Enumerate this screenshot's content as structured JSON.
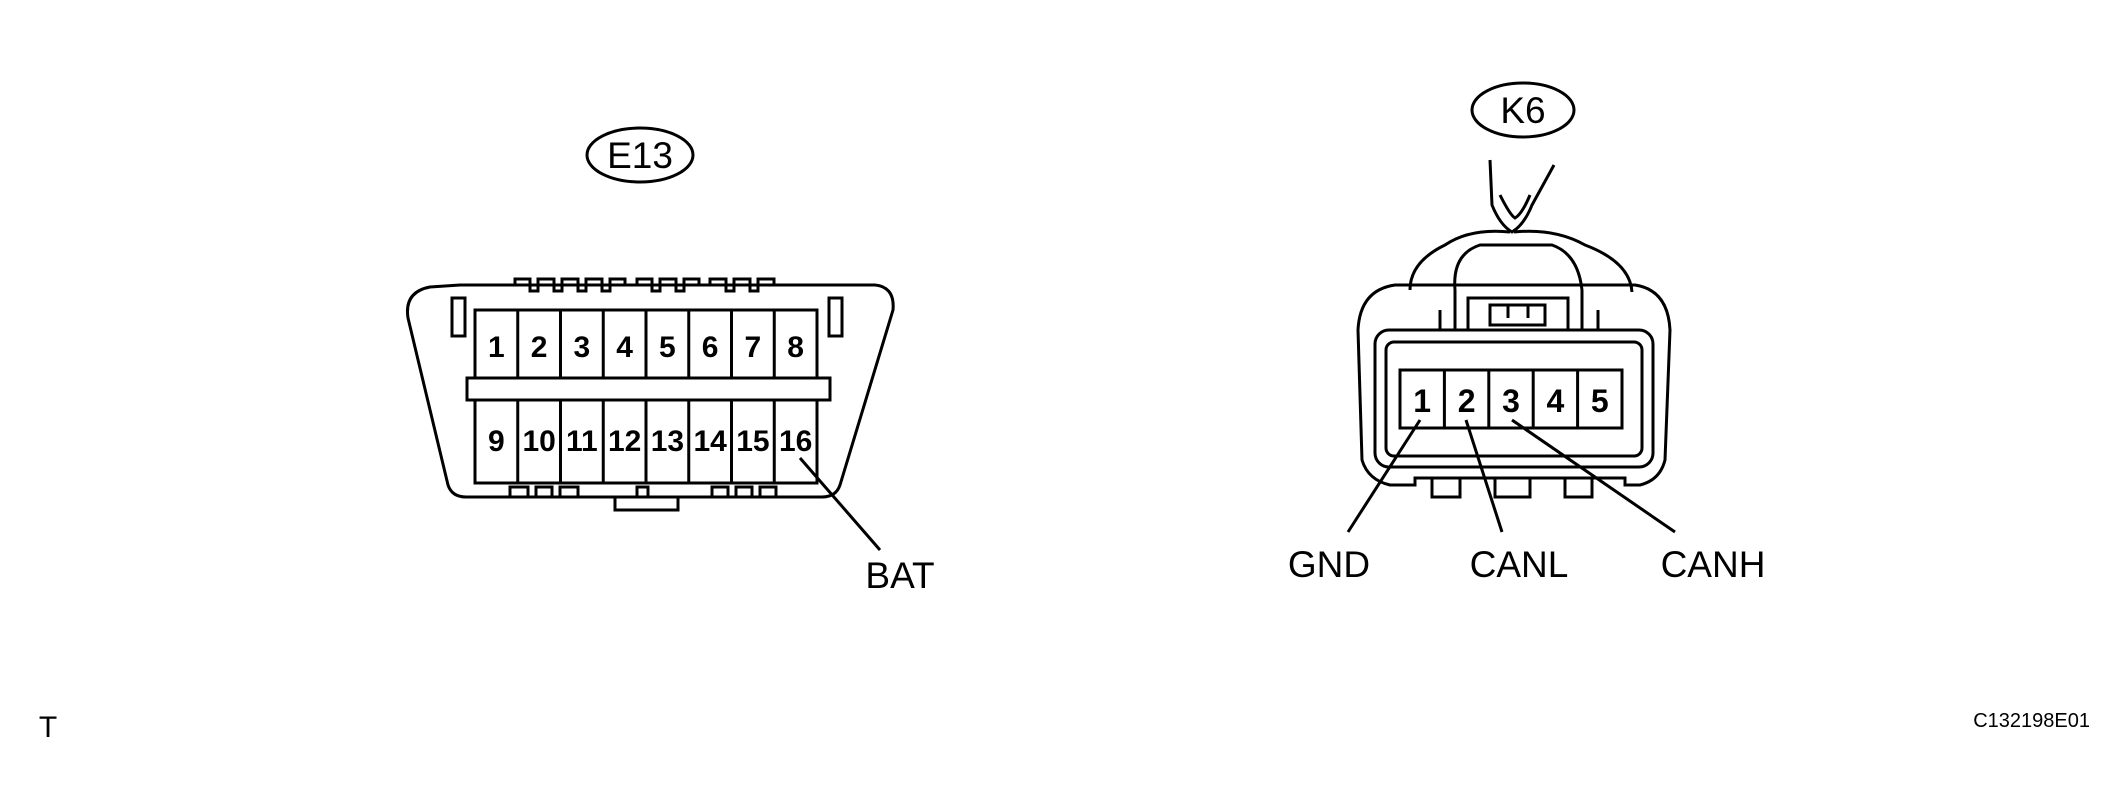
{
  "diagram": {
    "e13": {
      "label": "E13",
      "top_pins": [
        "1",
        "2",
        "3",
        "4",
        "5",
        "6",
        "7",
        "8"
      ],
      "bottom_pins": [
        "9",
        "10",
        "11",
        "12",
        "13",
        "14",
        "15",
        "16"
      ],
      "callout": "BAT"
    },
    "k6": {
      "label": "K6",
      "pins": [
        "1",
        "2",
        "3",
        "4",
        "5"
      ],
      "callouts": {
        "gnd": "GND",
        "canl": "CANL",
        "canh": "CANH"
      }
    },
    "corner_mark": "T",
    "figure_code": "C132198E01"
  },
  "colors": {
    "line": "#000000",
    "background": "#ffffff"
  }
}
